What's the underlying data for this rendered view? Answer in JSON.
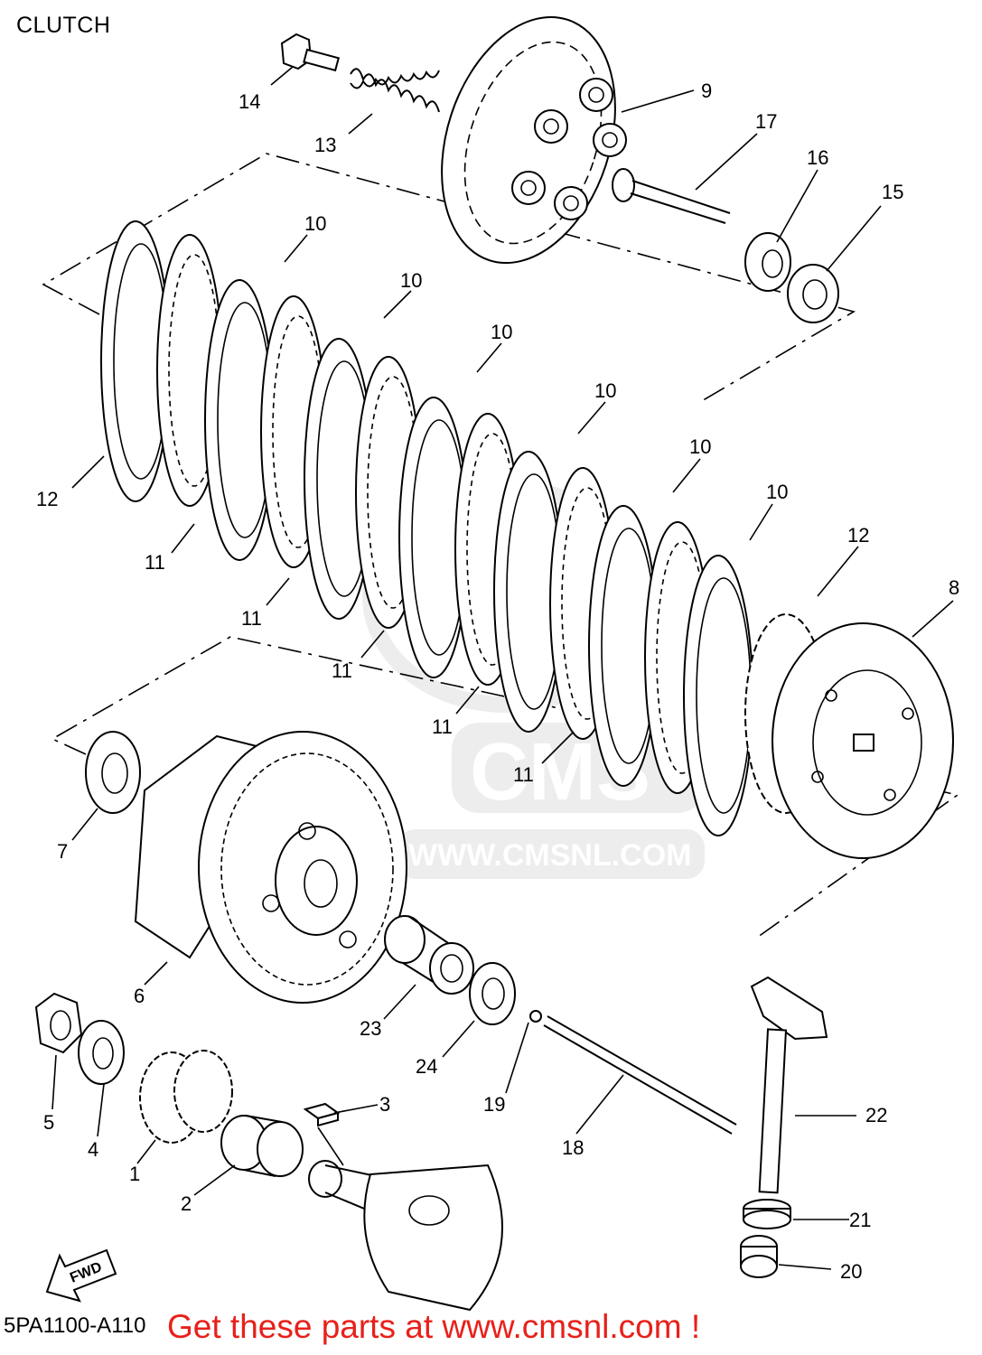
{
  "header": {
    "title": "CLUTCH"
  },
  "footer": {
    "doc_id": "5PA1100-A110",
    "promo": "Get these parts at www.cmsnl.com !"
  },
  "watermark": {
    "brand": "CMS",
    "site": "WWW.CMSNL.COM"
  },
  "fwd_label": "FWD",
  "callouts": {
    "p1": "1",
    "p2": "2",
    "p3": "3",
    "p4": "4",
    "p5": "5",
    "p6": "6",
    "p7": "7",
    "p8": "8",
    "p9": "9",
    "p10": "10",
    "p11": "11",
    "p12": "12",
    "p13": "13",
    "p14": "14",
    "p15": "15",
    "p16": "16",
    "p17": "17",
    "p18": "18",
    "p19": "19",
    "p20": "20",
    "p21": "21",
    "p22": "22",
    "p23": "23",
    "p24": "24"
  },
  "colors": {
    "line": "#000000",
    "promo": "#e8201a",
    "watermark": "#cccccc",
    "background": "#ffffff"
  }
}
